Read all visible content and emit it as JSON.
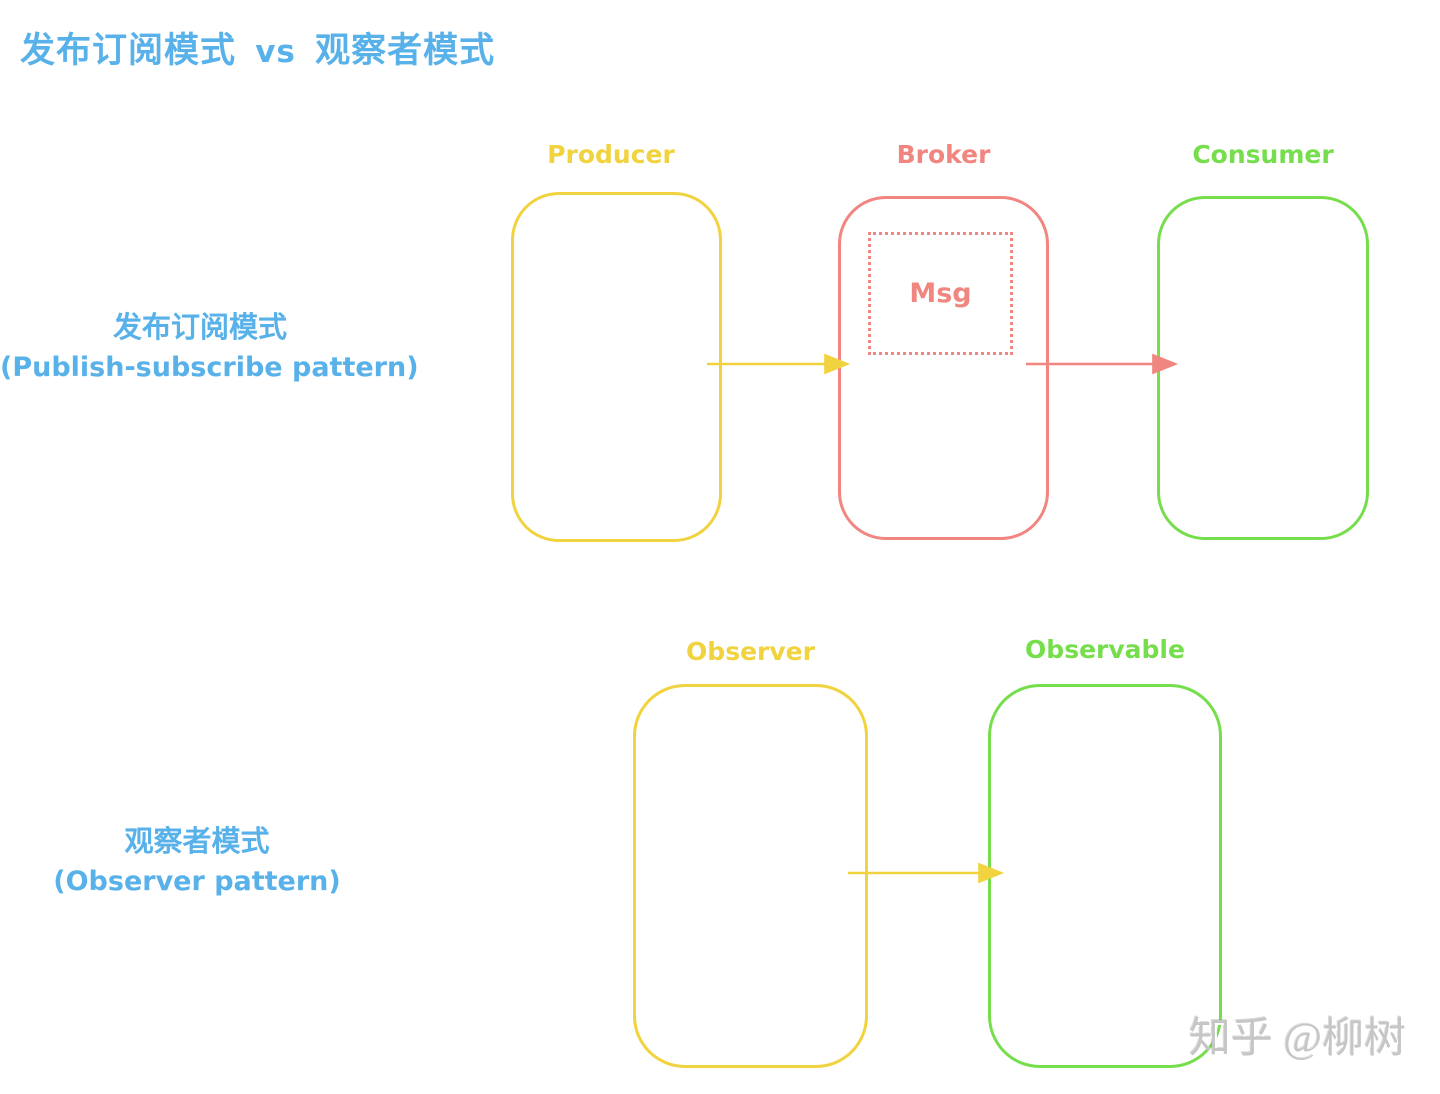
{
  "title": {
    "part1": "发布订阅模式",
    "vs": "vs",
    "part2": "观察者模式"
  },
  "sections": {
    "pubsub": {
      "label_zh": "发布订阅模式",
      "label_en": "(Publish-subscribe pattern)"
    },
    "observer": {
      "label_zh": "观察者模式",
      "label_en": "(Observer pattern)"
    }
  },
  "nodes": {
    "producer": "Producer",
    "broker": "Broker",
    "consumer": "Consumer",
    "msg": "Msg",
    "observer": "Observer",
    "observable": "Observable"
  },
  "watermark": "知乎 @柳树",
  "colors": {
    "blue": "#58B1E9",
    "yellow": "#F1D23F",
    "salmon": "#F0867F",
    "green": "#76DE4D",
    "watermark": "#C6C6C6"
  }
}
